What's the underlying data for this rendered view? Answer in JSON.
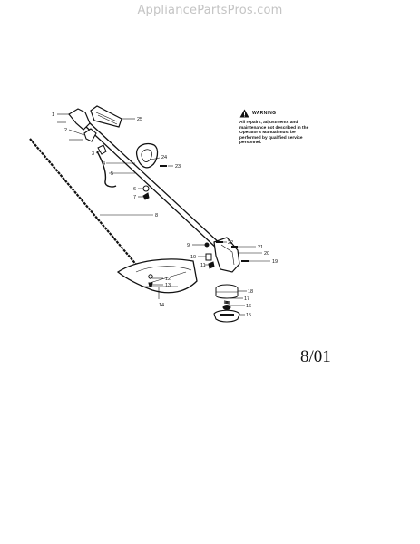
{
  "header": {
    "site": "AppliancePartsPros.com"
  },
  "warning": {
    "title": "WARNING",
    "text": "All repairs, adjustments and maintenance not described in the Operator's Manual must be performed by qualified service personnel."
  },
  "date_code": "8/01",
  "parts": [
    "1",
    "2",
    "3",
    "4",
    "5",
    "6",
    "7",
    "8",
    "9",
    "10",
    "11",
    "12",
    "13",
    "14",
    "15",
    "16",
    "17",
    "18",
    "19",
    "20",
    "21",
    "22",
    "23",
    "24",
    "25"
  ]
}
